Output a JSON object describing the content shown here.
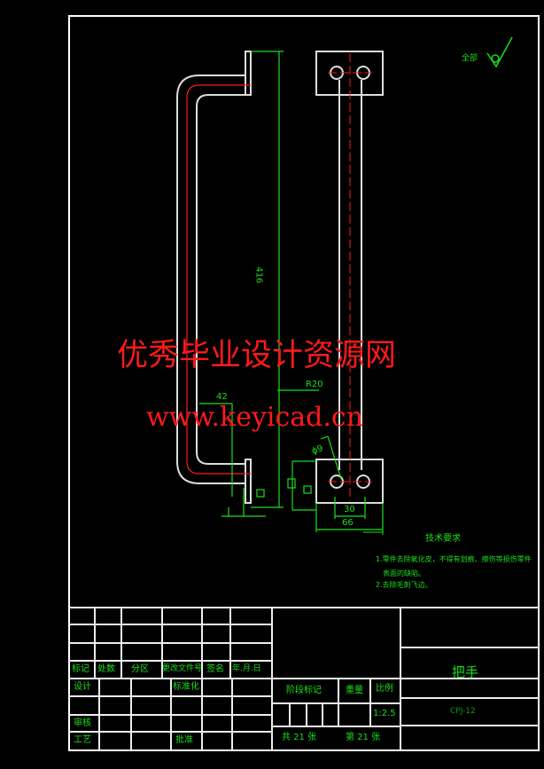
{
  "drawing": {
    "part_name": "把手",
    "drawing_number": "CPJ-12",
    "scale": "1:2.5",
    "sheet_total": "共 21 张",
    "sheet_current": "第 21 张",
    "roughness_note": "全部",
    "dimensions": {
      "length": "416",
      "radius": "R20",
      "offset": "42",
      "diameter": "ϕ9",
      "hole_spacing": "30",
      "plate_width": "66"
    },
    "tech_requirements": {
      "title": "技术要求",
      "items": [
        "1.零件去除氧化皮，不得有划痕、擦伤等损伤零件",
        "表面的缺陷。",
        "2.去除毛刺飞边。"
      ]
    }
  },
  "title_block": {
    "revision_headers": [
      "标记",
      "处数",
      "分区",
      "更改文件号",
      "签名",
      "年.月.日"
    ],
    "design": "设计",
    "standardization": "标准化",
    "review": "审核",
    "process": "工艺",
    "approve": "批准",
    "stage_mark": "阶段标记",
    "weight": "重量",
    "scale_label": "比例"
  },
  "watermark": {
    "line1": "优秀毕业设计资源网",
    "line2": "www.keyicad.cn"
  },
  "colors": {
    "outline": "#ffffff",
    "dimension": "#19e019",
    "centerline": "#ff1a1a",
    "background": "#000000"
  }
}
